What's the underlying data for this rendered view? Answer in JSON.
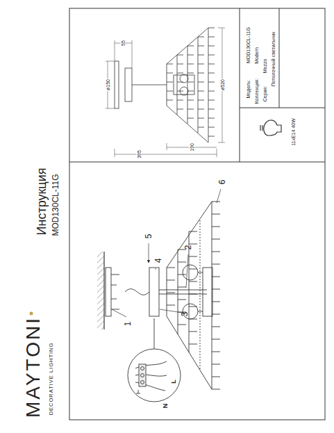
{
  "diagram": {
    "labels": [
      "MAYTONI",
      "DECORATIVE LIGHTING",
      "Инструкция",
      "MOD130CL-11G",
      "1",
      "2",
      "3",
      "4",
      "5",
      "6",
      "L",
      "N",
      "ø150",
      "55",
      "395",
      "190",
      "ø520",
      "Модель:",
      "MOD130CL-11G",
      "Коллекция:",
      "Modern",
      "Серия:",
      "Mezzo",
      "Потолочный светильник",
      "11xE14 40W"
    ]
  }
}
